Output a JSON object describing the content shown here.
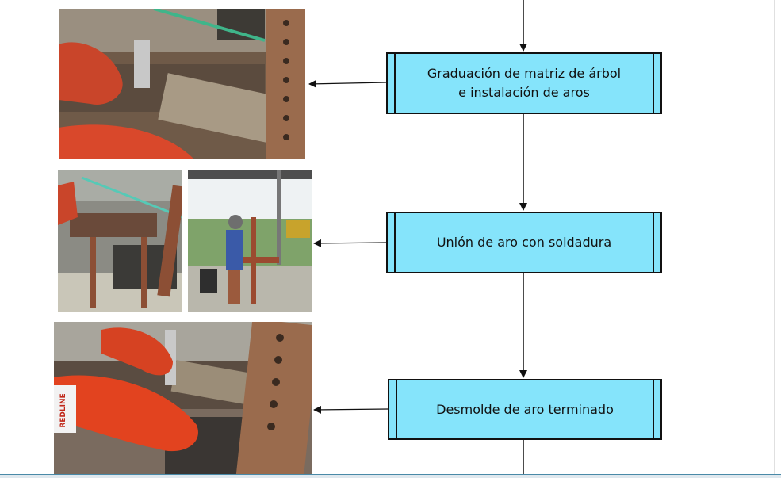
{
  "steps": [
    {
      "label": "Graduación de matriz de árbol e instalación de aros"
    },
    {
      "label": "Unión de aro con soldadura"
    },
    {
      "label": "Desmolde de aro terminado"
    }
  ],
  "photos": [
    {
      "icon": "welding-matrix-photo"
    },
    {
      "icon": "welding-workshop-photo"
    },
    {
      "icon": "welder-at-station-photo"
    },
    {
      "icon": "ring-demolding-photo"
    }
  ],
  "glove_brand": "REDLINE",
  "colors": {
    "process_fill": "#85e4fb",
    "border": "#111111",
    "glove": "#e2431f",
    "rust": "#8a4a2e"
  }
}
